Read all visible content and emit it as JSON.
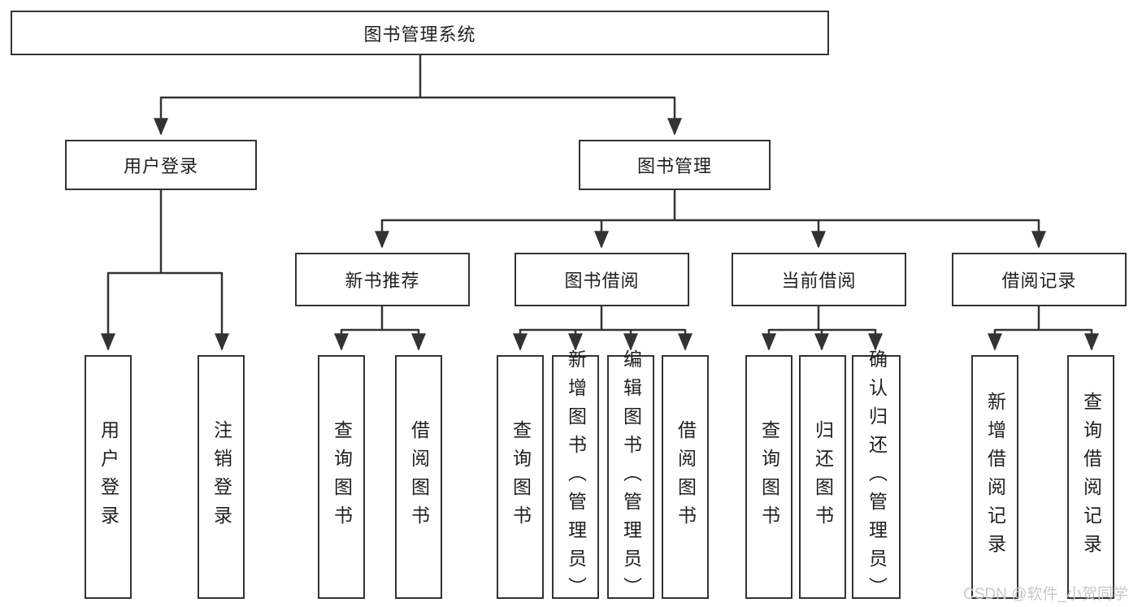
{
  "title": "图书管理系统",
  "level2": [
    {
      "label": "用户登录"
    },
    {
      "label": "图书管理"
    }
  ],
  "level3": [
    {
      "label": "新书推荐"
    },
    {
      "label": "图书借阅"
    },
    {
      "label": "当前借阅"
    },
    {
      "label": "借阅记录"
    }
  ],
  "leafGroups": [
    {
      "parent": "用户登录",
      "children": [
        {
          "label": "用户登录"
        },
        {
          "label": "注销登录"
        }
      ]
    },
    {
      "parent": "新书推荐",
      "children": [
        {
          "label": "查询图书"
        },
        {
          "label": "借阅图书"
        }
      ]
    },
    {
      "parent": "图书借阅",
      "children": [
        {
          "label": "查询图书"
        },
        {
          "label": "新增图书（管理员）"
        },
        {
          "label": "编辑图书（管理员）"
        },
        {
          "label": "借阅图书"
        }
      ]
    },
    {
      "parent": "当前借阅",
      "children": [
        {
          "label": "查询图书"
        },
        {
          "label": "归还图书"
        },
        {
          "label": "确认归还（管理员）"
        }
      ]
    },
    {
      "parent": "借阅记录",
      "children": [
        {
          "label": "新增借阅记录"
        },
        {
          "label": "查询借阅记录"
        }
      ]
    }
  ],
  "watermark": "CSDN @软件_小贺同学",
  "colors": {
    "line": "#333333",
    "text": "#1f1f1f",
    "background": "#ffffff",
    "watermark": "#c8c8c8"
  }
}
